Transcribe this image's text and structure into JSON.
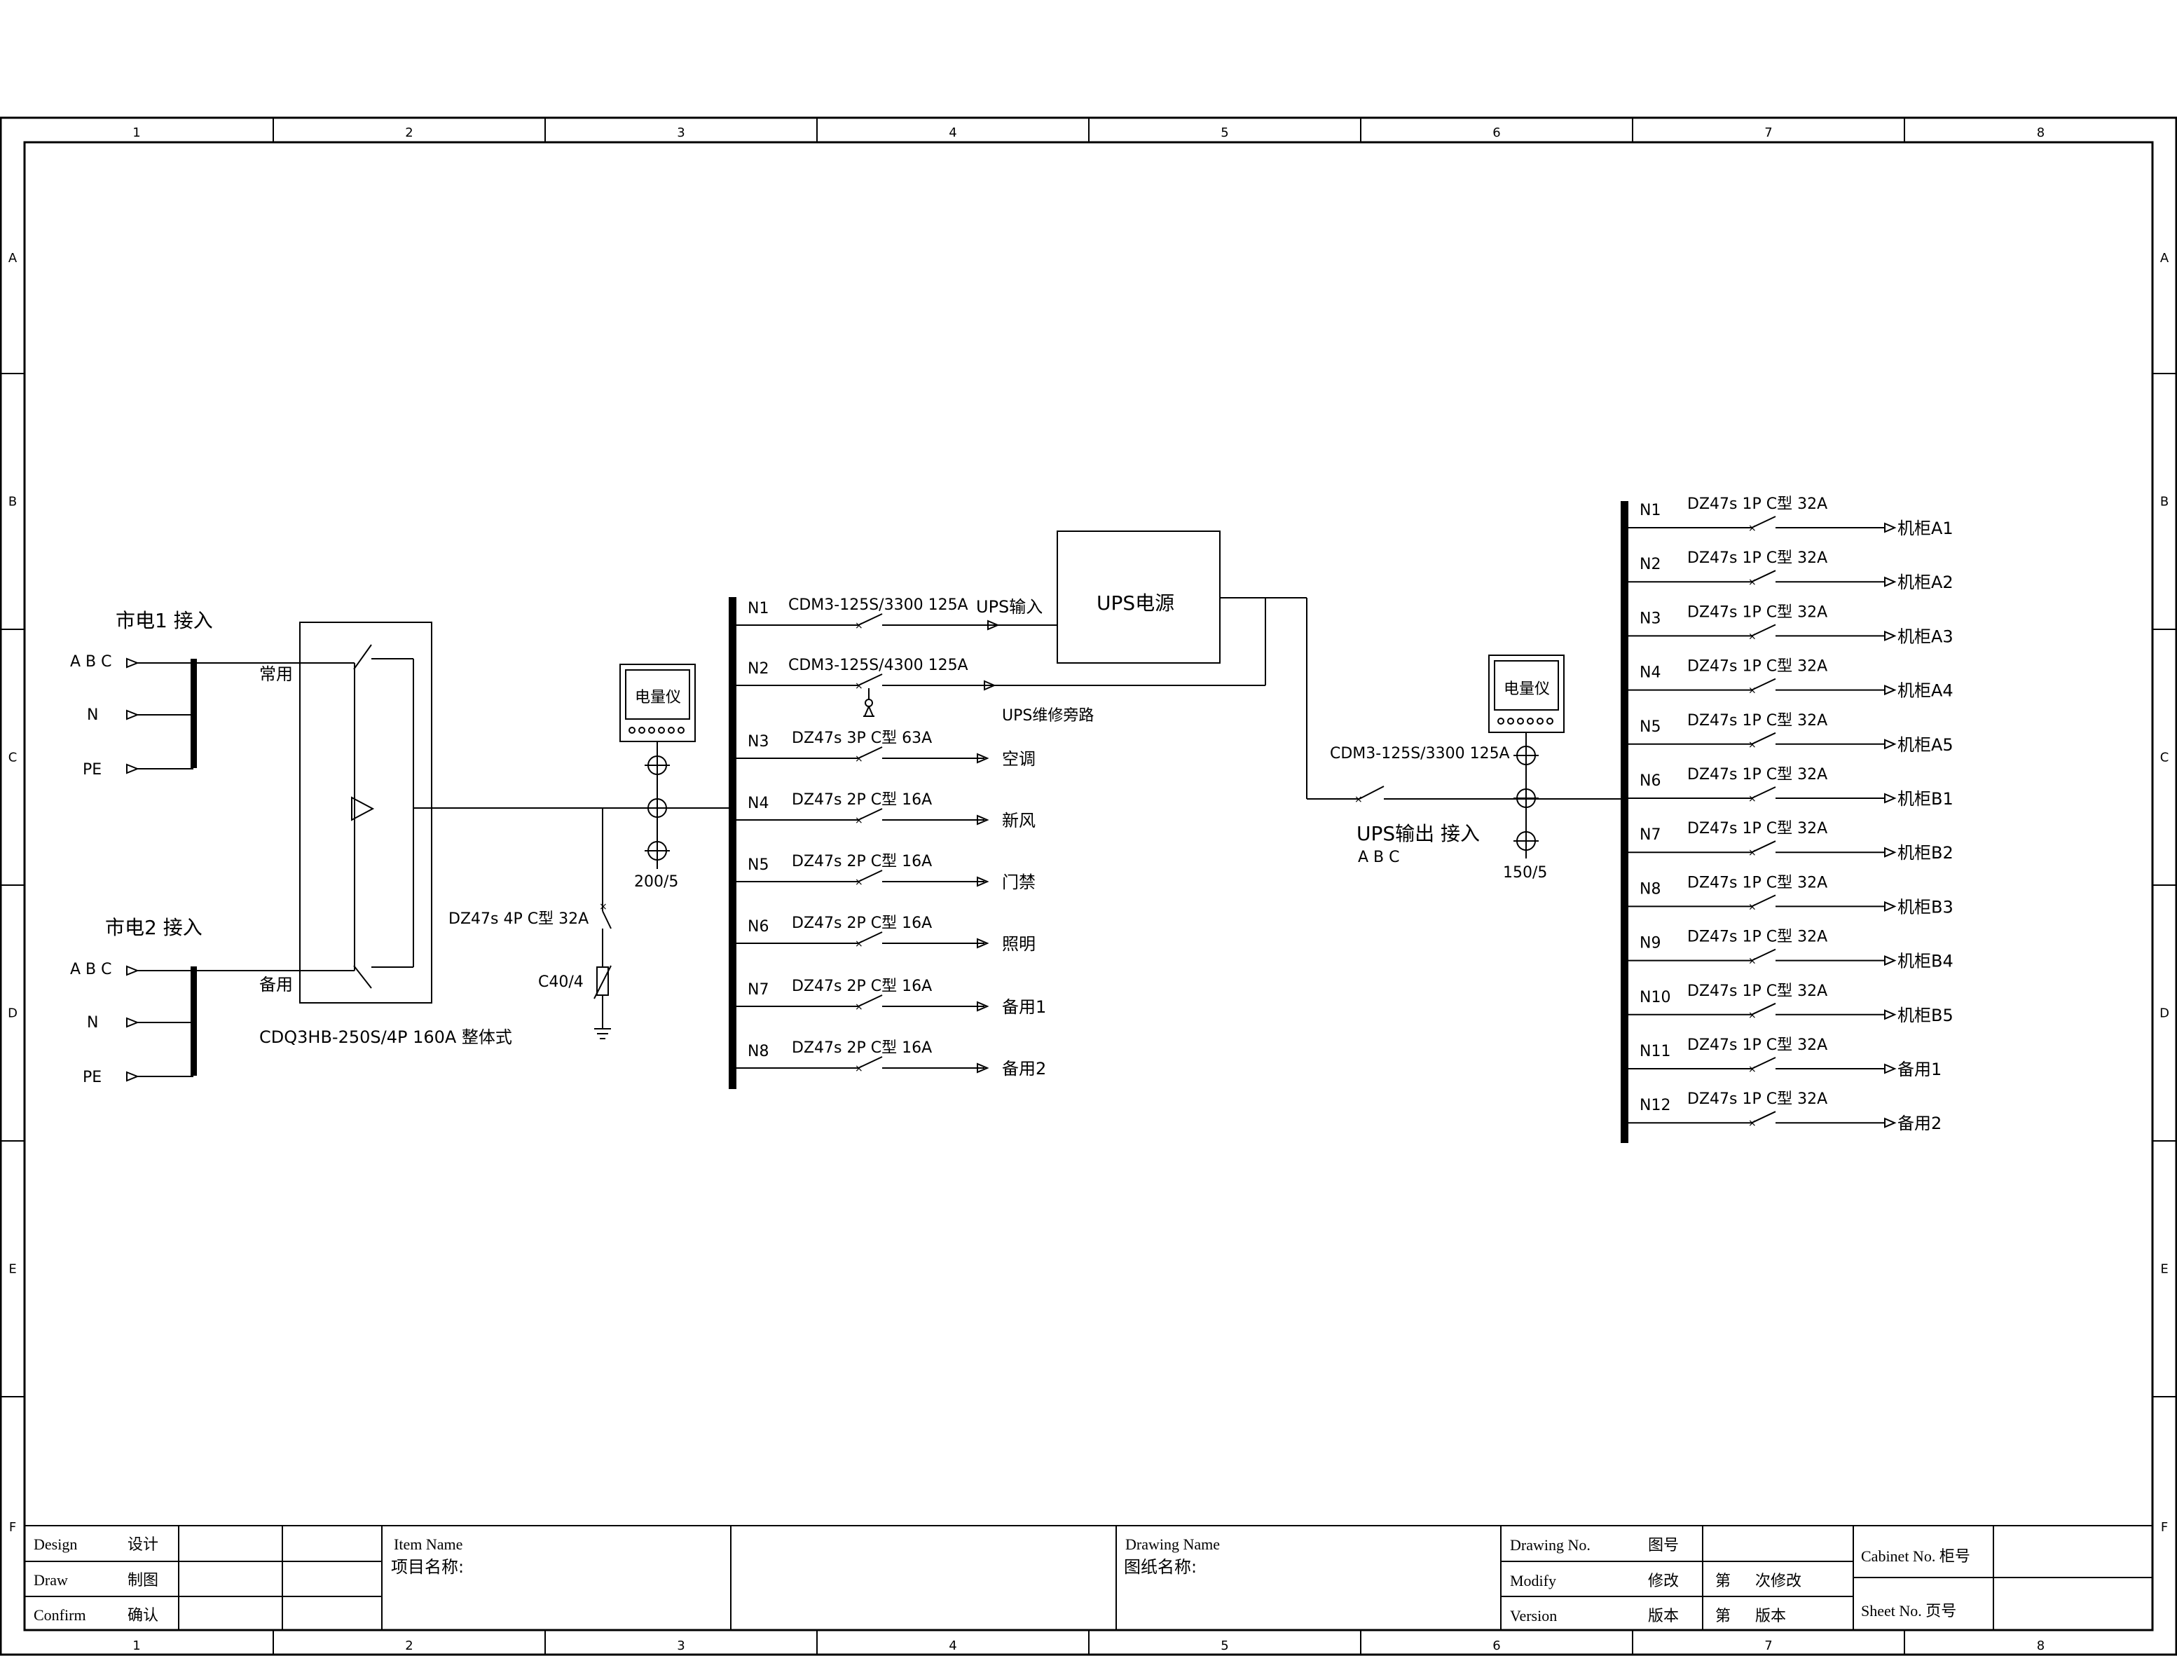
{
  "frame": {
    "columns": [
      "1",
      "2",
      "3",
      "4",
      "5",
      "6",
      "7",
      "8"
    ],
    "rows": [
      "A",
      "B",
      "C",
      "D",
      "E",
      "F"
    ]
  },
  "supply1": {
    "title": "市电1 接入",
    "phases": "A B C",
    "neutral": "N",
    "earth": "PE"
  },
  "supply2": {
    "title": "市电2 接入",
    "phases": "A B C",
    "neutral": "N",
    "earth": "PE"
  },
  "ats": {
    "normal_label": "常用",
    "backup_label": "备用",
    "model": "CDQ3HB-250S/4P 160A 整体式"
  },
  "main_meter": {
    "label": "电量仪",
    "ct_ratio": "200/5"
  },
  "spd": {
    "breaker": "DZ47s 4P C型 32A",
    "arrester": "C40/4"
  },
  "ups": {
    "label": "UPS电源",
    "bypass_label": "UPS维修旁路"
  },
  "bus1_feeders": [
    {
      "id": "N1",
      "breaker": "CDM3-125S/3300 125A",
      "load": "UPS输入"
    },
    {
      "id": "N2",
      "breaker": "CDM3-125S/4300 125A",
      "load": ""
    },
    {
      "id": "N3",
      "breaker": "DZ47s 3P C型 63A",
      "load": "空调"
    },
    {
      "id": "N4",
      "breaker": "DZ47s 2P C型 16A",
      "load": "新风"
    },
    {
      "id": "N5",
      "breaker": "DZ47s 2P C型 16A",
      "load": "门禁"
    },
    {
      "id": "N6",
      "breaker": "DZ47s 2P C型 16A",
      "load": "照明"
    },
    {
      "id": "N7",
      "breaker": "DZ47s 2P C型 16A",
      "load": "备用1"
    },
    {
      "id": "N8",
      "breaker": "DZ47s 2P C型 16A",
      "load": "备用2"
    }
  ],
  "ups_output": {
    "breaker": "CDM3-125S/3300 125A",
    "title": "UPS输出 接入",
    "phases": "A B C",
    "meter_label": "电量仪",
    "ct_ratio": "150/5"
  },
  "bus2_feeders": [
    {
      "id": "N1",
      "breaker": "DZ47s 1P C型 32A",
      "load": "机柜A1"
    },
    {
      "id": "N2",
      "breaker": "DZ47s 1P C型 32A",
      "load": "机柜A2"
    },
    {
      "id": "N3",
      "breaker": "DZ47s 1P C型 32A",
      "load": "机柜A3"
    },
    {
      "id": "N4",
      "breaker": "DZ47s 1P C型 32A",
      "load": "机柜A4"
    },
    {
      "id": "N5",
      "breaker": "DZ47s 1P C型 32A",
      "load": "机柜A5"
    },
    {
      "id": "N6",
      "breaker": "DZ47s 1P C型 32A",
      "load": "机柜B1"
    },
    {
      "id": "N7",
      "breaker": "DZ47s 1P C型 32A",
      "load": "机柜B2"
    },
    {
      "id": "N8",
      "breaker": "DZ47s 1P C型 32A",
      "load": "机柜B3"
    },
    {
      "id": "N9",
      "breaker": "DZ47s 1P C型 32A",
      "load": "机柜B4"
    },
    {
      "id": "N10",
      "breaker": "DZ47s 1P C型 32A",
      "load": "机柜B5"
    },
    {
      "id": "N11",
      "breaker": "DZ47s 1P C型 32A",
      "load": "备用1"
    },
    {
      "id": "N12",
      "breaker": "DZ47s 1P C型 32A",
      "load": "备用2"
    }
  ],
  "title_block": {
    "design_en": "Design",
    "design_cn": "设计",
    "draw_en": "Draw",
    "draw_cn": "制图",
    "confirm_en": "Confirm",
    "confirm_cn": "确认",
    "item_name_en": "Item Name",
    "item_name_cn": "项目名称:",
    "drawing_name_en": "Drawing Name",
    "drawing_name_cn": "图纸名称:",
    "drawing_no_en": "Drawing No.",
    "drawing_no_cn": "图号",
    "modify_en": "Modify",
    "modify_cn": "修改",
    "modify_count_a": "第",
    "modify_count_b": "次修改",
    "version_en": "Version",
    "version_cn": "版本",
    "version_count_a": "第",
    "version_count_b": "版本",
    "cabinet_no": "Cabinet No. 柜号",
    "sheet_no": "Sheet No. 页号"
  }
}
